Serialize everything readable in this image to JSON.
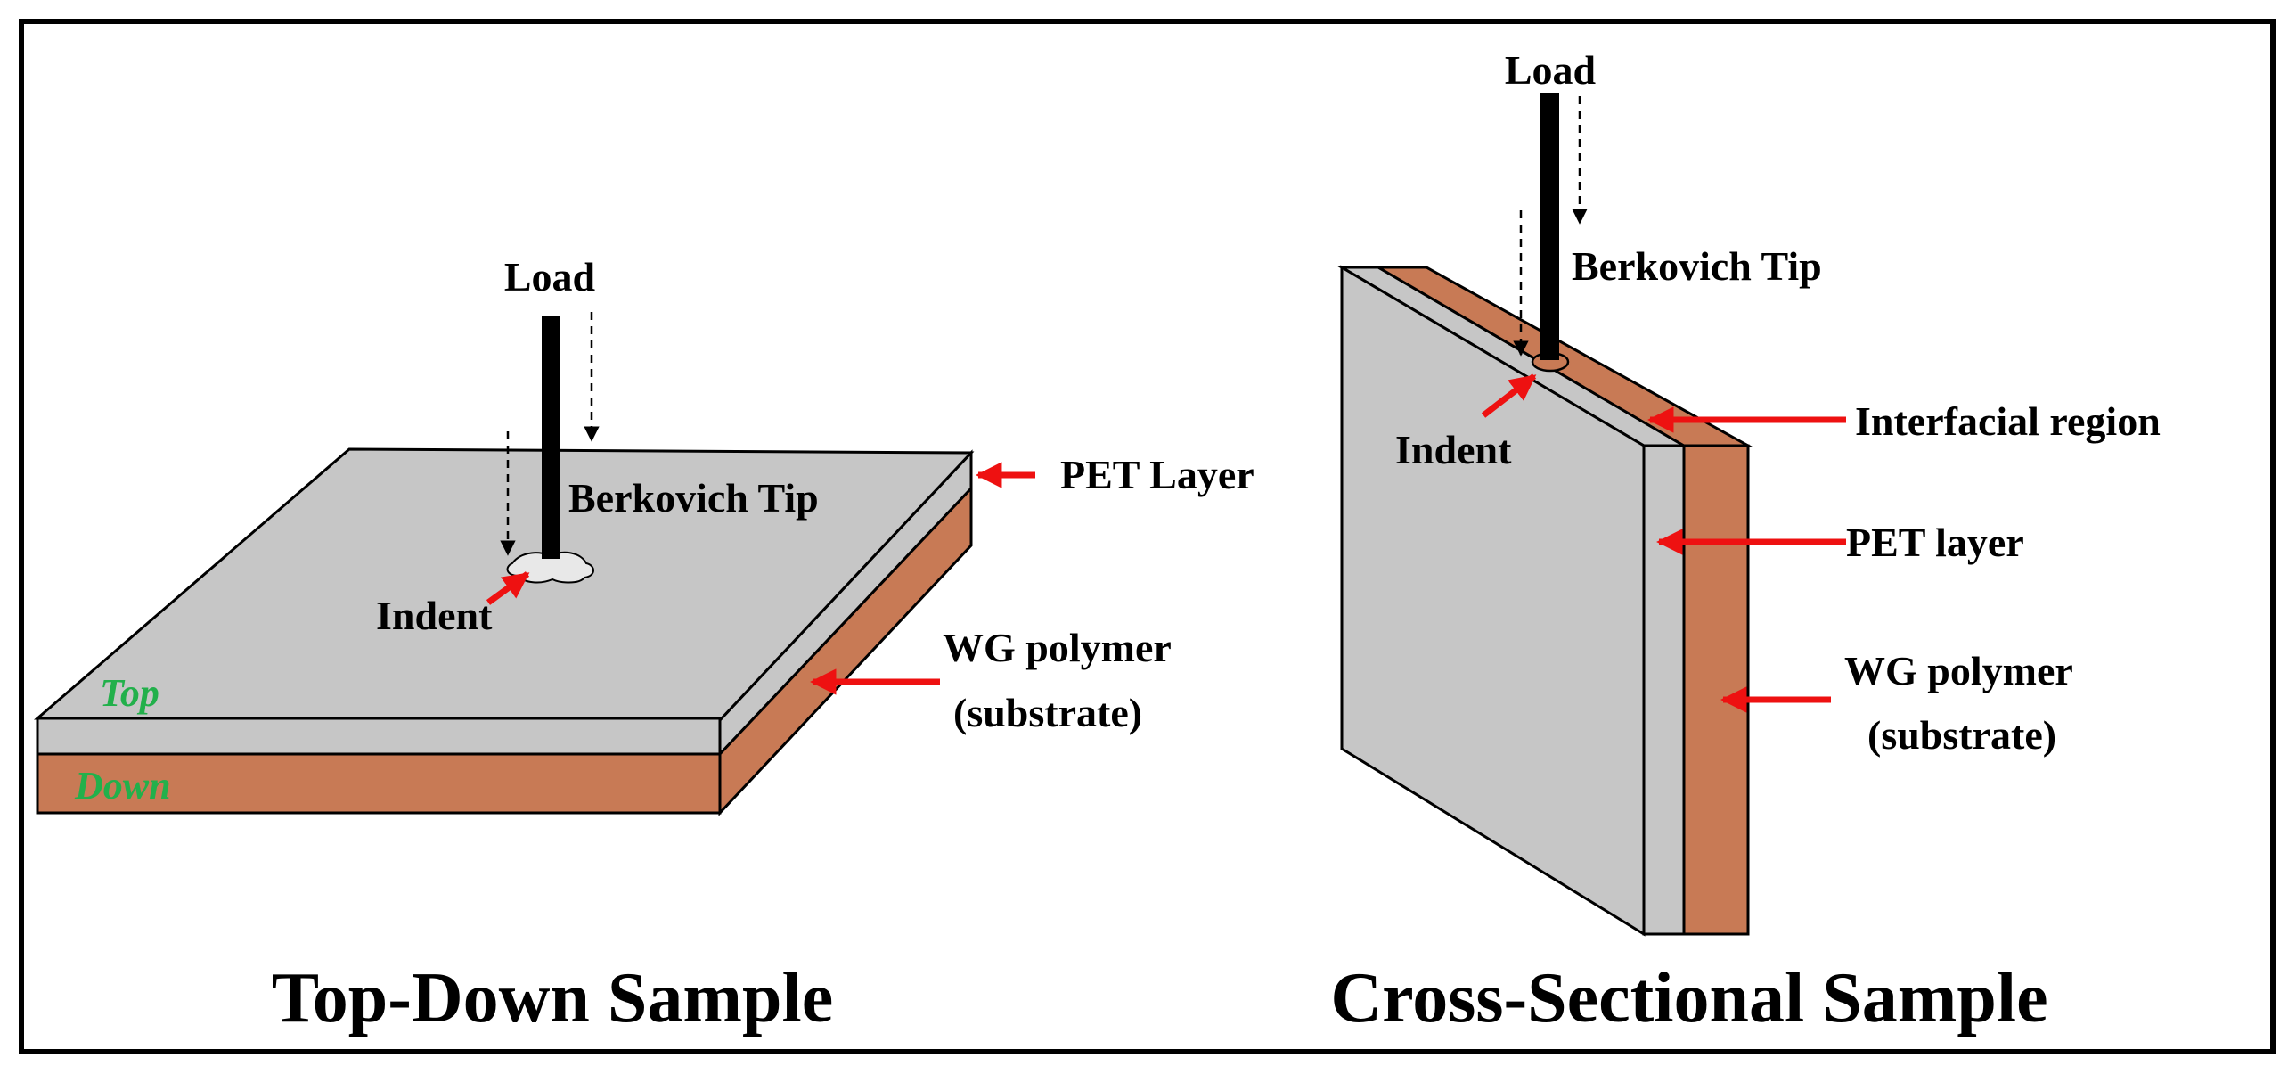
{
  "colors": {
    "pet": "#c6c6c6",
    "substrate": "#c87a55",
    "arrow": "#ee1111",
    "face_label": "#22b04b",
    "outline": "#000000"
  },
  "top_down": {
    "load": "Load",
    "tip": "Berkovich Tip",
    "indent": "Indent",
    "pet_layer": "PET Layer",
    "wg_line1": "WG polymer",
    "wg_line2": "(substrate)",
    "face_top": "Top",
    "face_down": "Down",
    "caption": "Top-Down Sample"
  },
  "cross_section": {
    "load": "Load",
    "tip": "Berkovich Tip",
    "indent": "Indent",
    "interfacial": "Interfacial region",
    "pet_layer": "PET layer",
    "wg_line1": "WG polymer",
    "wg_line2": "(substrate)",
    "caption": "Cross-Sectional Sample"
  }
}
